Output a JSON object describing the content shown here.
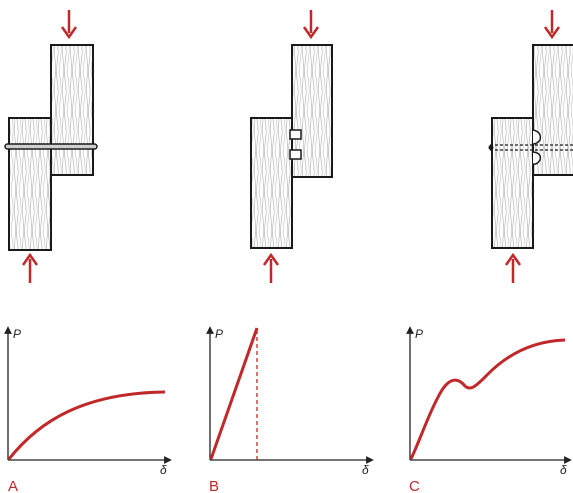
{
  "colors": {
    "arrow": "#c0282a",
    "curve": "#c0282a",
    "wood_fill": "#ededed",
    "grain": "#9a9a9a",
    "outline": "#1a1a1a",
    "axis": "#222222"
  },
  "panels": [
    {
      "label": "A",
      "connector": "dowel",
      "y_axis_label": "P",
      "x_axis_label": "δ",
      "curve_shape": "concave-saturating"
    },
    {
      "label": "B",
      "connector": "glued-tabs",
      "y_axis_label": "P",
      "x_axis_label": "δ",
      "curve_shape": "linear-then-brittle-failure"
    },
    {
      "label": "C",
      "connector": "dowel-with-crushing",
      "y_axis_label": "P",
      "x_axis_label": "δ",
      "curve_shape": "peak-dip-then-rise"
    }
  ]
}
